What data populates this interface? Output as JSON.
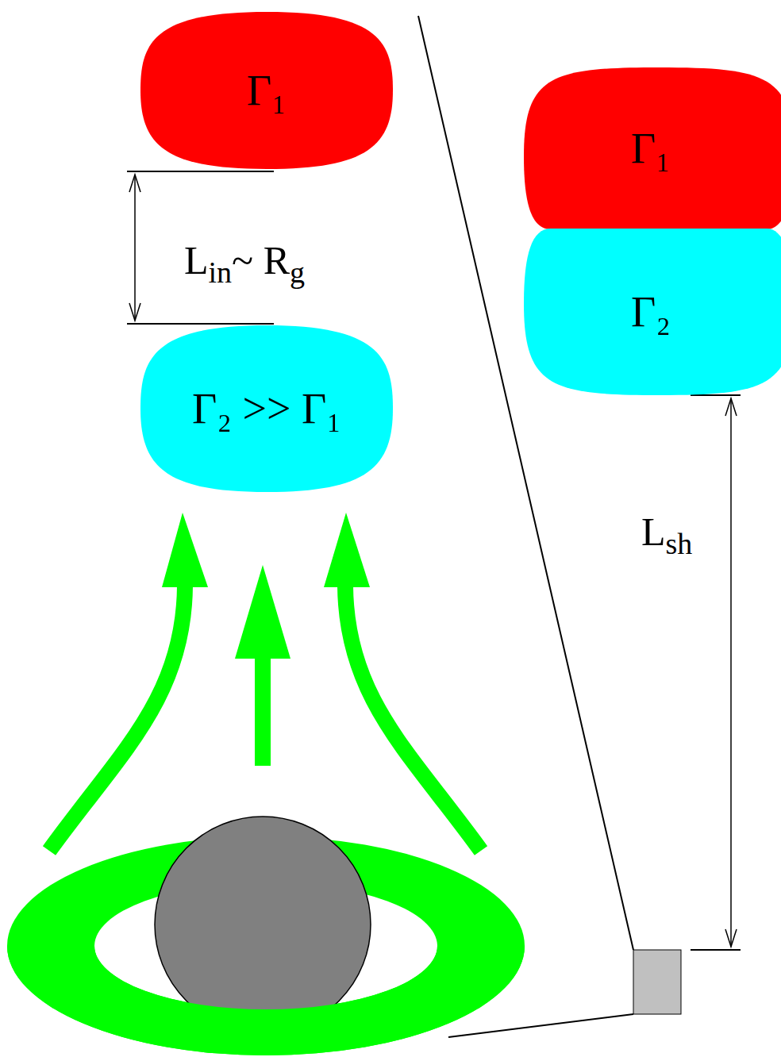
{
  "diagram": {
    "nodes": [
      {
        "text": [
          "Γ₁"
        ]
      },
      {
        "text": [
          "Γ₂ >> Γ₁"
        ]
      },
      {
        "text": [
          "Γ₁"
        ]
      },
      {
        "text": [
          "Γ₂"
        ]
      }
    ],
    "labels": [
      "L",
      "in",
      "~ R",
      "g",
      "L",
      "sh"
    ]
  }
}
